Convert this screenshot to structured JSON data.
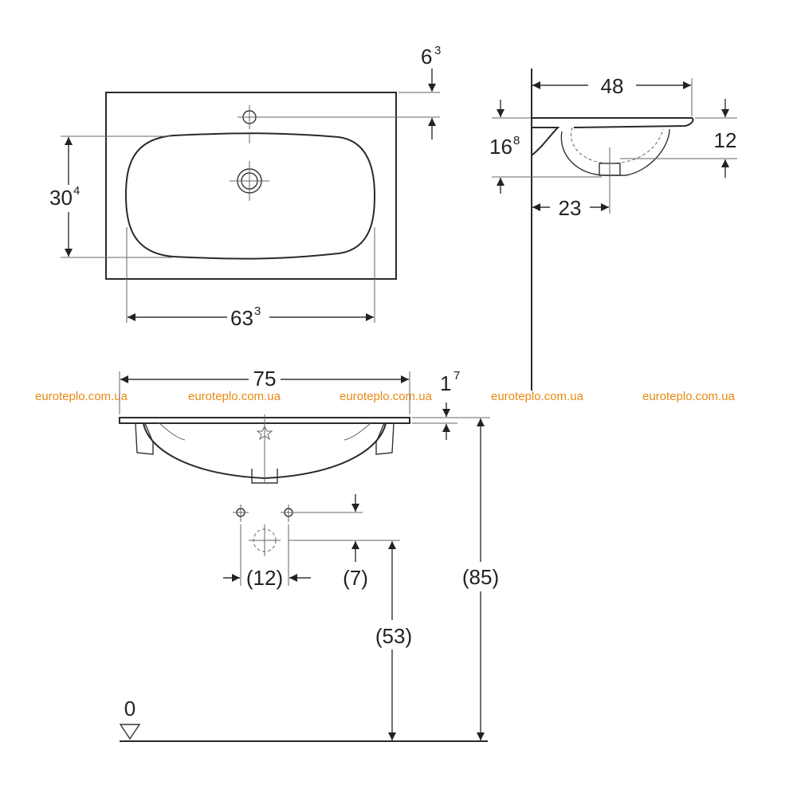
{
  "watermark": "euroteplo.com.ua",
  "top_view": {
    "depth": {
      "main": "30",
      "sup": "4"
    },
    "inner_width": {
      "main": "63",
      "sup": "3"
    },
    "tap_offset": {
      "main": "6",
      "sup": "3"
    }
  },
  "side_view": {
    "depth": "48",
    "rim_height": {
      "main": "16",
      "sup": "8"
    },
    "bowl_depth": "12",
    "drain_offset": "23"
  },
  "front_view": {
    "width": "75",
    "rim_thickness": {
      "main": "1",
      "sup": "7"
    },
    "valve_spacing": "(12)",
    "valve_height": "(7)",
    "outlet_height": "(53)",
    "total_height": "(85)",
    "floor_level": "0"
  },
  "colors": {
    "watermark": "#e88a12",
    "line": "#333333"
  }
}
